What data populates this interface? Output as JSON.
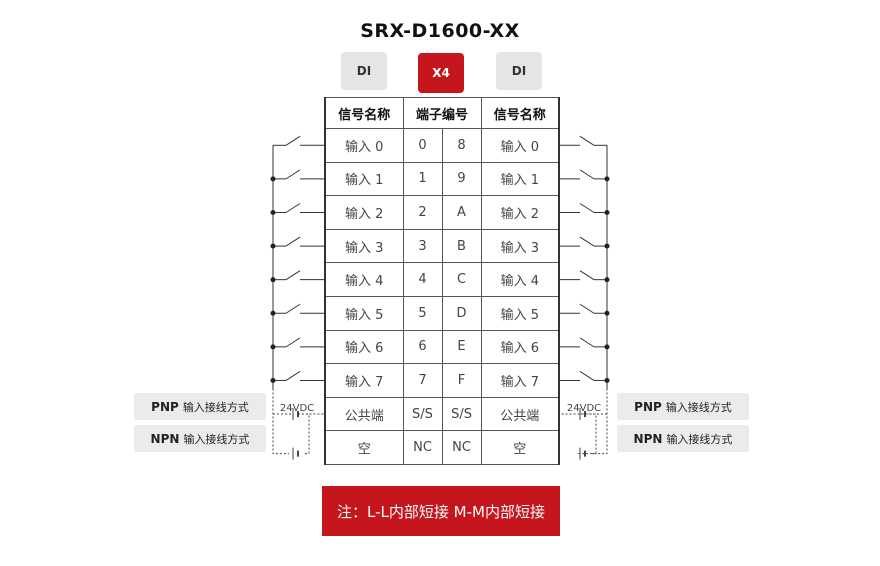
{
  "title": "SRX-D1600-XX",
  "tabs": [
    {
      "label": "DI"
    },
    {
      "label": "X4"
    },
    {
      "label": "DI"
    }
  ],
  "table": {
    "headers": [
      "信号名称",
      "端子编号",
      "信号名称"
    ],
    "rows": [
      {
        "left": "输入 0",
        "t1": "0",
        "t2": "8",
        "right": "输入 0"
      },
      {
        "left": "输入 1",
        "t1": "1",
        "t2": "9",
        "right": "输入 1"
      },
      {
        "left": "输入 2",
        "t1": "2",
        "t2": "A",
        "right": "输入 2"
      },
      {
        "left": "输入 3",
        "t1": "3",
        "t2": "B",
        "right": "输入 3"
      },
      {
        "left": "输入 4",
        "t1": "4",
        "t2": "C",
        "right": "输入 4"
      },
      {
        "left": "输入 5",
        "t1": "5",
        "t2": "D",
        "right": "输入 5"
      },
      {
        "left": "输入 6",
        "t1": "6",
        "t2": "E",
        "right": "输入 6"
      },
      {
        "left": "输入 7",
        "t1": "7",
        "t2": "F",
        "right": "输入 7"
      },
      {
        "left": "公共端",
        "t1": "S/S",
        "t2": "S/S",
        "right": "公共端"
      },
      {
        "left": "空",
        "t1": "NC",
        "t2": "NC",
        "right": "空"
      }
    ]
  },
  "wiring": {
    "supply_label": "24VDC",
    "pnp": {
      "tag": "PNP",
      "text": "输入接线方式"
    },
    "npn": {
      "tag": "NPN",
      "text": "输入接线方式"
    }
  },
  "note": "注：L-L内部短接  M-M内部短接",
  "colors": {
    "accent": "#c4161c",
    "tab_bg": "#e5e5e5",
    "pill_bg": "#ebebeb"
  }
}
